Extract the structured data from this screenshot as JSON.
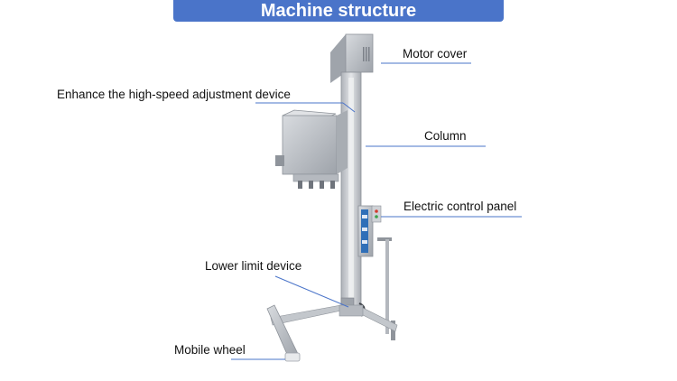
{
  "title": "Machine structure",
  "labels": {
    "motor_cover": "Motor cover",
    "high_speed": "Enhance the high-speed adjustment device",
    "column": "Column",
    "control_panel": "Electric control panel",
    "lower_limit": "Lower limit device",
    "mobile_wheel": "Mobile wheel"
  },
  "colors": {
    "banner": "#4a74c9",
    "leader_line": "#4a74c9",
    "steel": "#c9ccd1",
    "panel_blue": "#2f6fb8"
  }
}
